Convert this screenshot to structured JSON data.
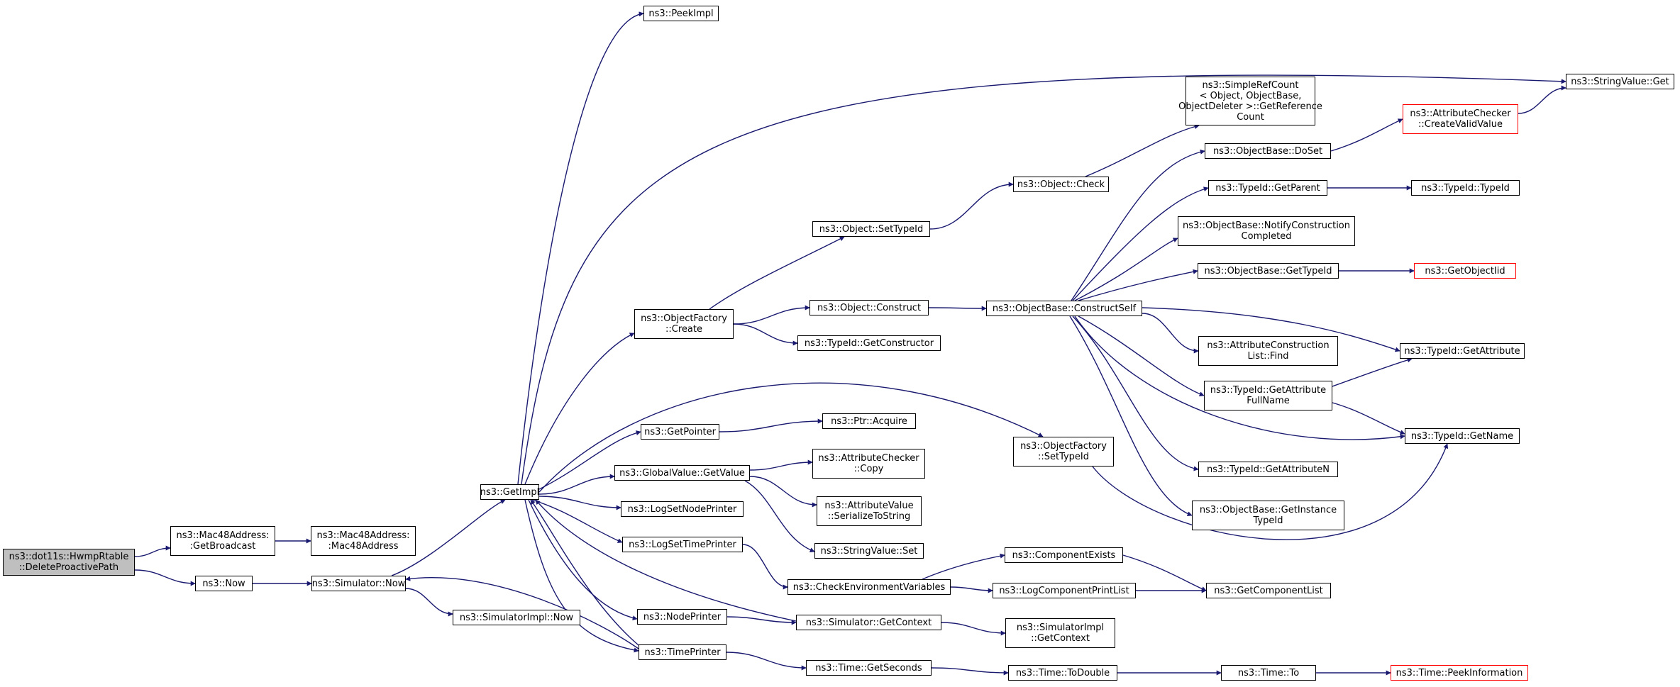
{
  "colors": {
    "edge": "#191970",
    "node_border": "#000000",
    "root_fill": "#bfbfbf",
    "truncated_border": "#ff0000"
  },
  "nodes": {
    "root": {
      "lines": [
        "ns3::dot11s::HwmpRtable",
        "::DeleteProactivePath"
      ]
    },
    "mac_getbroadcast": {
      "lines": [
        "ns3::Mac48Address:",
        ":GetBroadcast"
      ]
    },
    "mac_ctor": {
      "lines": [
        "ns3::Mac48Address:",
        ":Mac48Address"
      ]
    },
    "now": {
      "lines": [
        "ns3::Now"
      ]
    },
    "sim_now": {
      "lines": [
        "ns3::Simulator::Now"
      ]
    },
    "simimpl_now": {
      "lines": [
        "ns3::SimulatorImpl::Now"
      ]
    },
    "getimpl": {
      "lines": [
        "ns3::GetImpl"
      ]
    },
    "peekimpl": {
      "lines": [
        "ns3::PeekImpl"
      ]
    },
    "of_create": {
      "lines": [
        "ns3::ObjectFactory",
        "::Create"
      ]
    },
    "getpointer": {
      "lines": [
        "ns3::GetPointer"
      ]
    },
    "gv_getvalue": {
      "lines": [
        "ns3::GlobalValue::GetValue"
      ]
    },
    "lognodeprinter": {
      "lines": [
        "ns3::LogSetNodePrinter"
      ]
    },
    "logtimeprinter": {
      "lines": [
        "ns3::LogSetTimePrinter"
      ]
    },
    "nodeprinter": {
      "lines": [
        "ns3::NodePrinter"
      ]
    },
    "timeprinter": {
      "lines": [
        "ns3::TimePrinter"
      ]
    },
    "obj_settypeid": {
      "lines": [
        "ns3::Object::SetTypeId"
      ]
    },
    "obj_construct": {
      "lines": [
        "ns3::Object::Construct"
      ]
    },
    "tid_getctor": {
      "lines": [
        "ns3::TypeId::GetConstructor"
      ]
    },
    "ptr_acquire": {
      "lines": [
        "ns3::Ptr::Acquire"
      ]
    },
    "ac_copy": {
      "lines": [
        "ns3::AttributeChecker",
        "::Copy"
      ]
    },
    "av_serialize": {
      "lines": [
        "ns3::AttributeValue",
        "::SerializeToString"
      ]
    },
    "sv_set": {
      "lines": [
        "ns3::StringValue::Set"
      ]
    },
    "checkenv": {
      "lines": [
        "ns3::CheckEnvironmentVariables"
      ]
    },
    "sim_getcontext": {
      "lines": [
        "ns3::Simulator::GetContext"
      ]
    },
    "time_getseconds": {
      "lines": [
        "ns3::Time::GetSeconds"
      ]
    },
    "obj_check": {
      "lines": [
        "ns3::Object::Check"
      ]
    },
    "src_getrefcount": {
      "lines": [
        "ns3::SimpleRefCount",
        "< Object, ObjectBase,",
        "ObjectDeleter >::GetReference",
        "Count"
      ]
    },
    "ob_constructself": {
      "lines": [
        "ns3::ObjectBase::ConstructSelf"
      ]
    },
    "of_settypeid": {
      "lines": [
        "ns3::ObjectFactory",
        "::SetTypeId"
      ]
    },
    "componentexists": {
      "lines": [
        "ns3::ComponentExists"
      ]
    },
    "logcomponentprintlist": {
      "lines": [
        "ns3::LogComponentPrintList"
      ]
    },
    "simimpl_getcontext": {
      "lines": [
        "ns3::SimulatorImpl",
        "::GetContext"
      ]
    },
    "time_todouble": {
      "lines": [
        "ns3::Time::ToDouble"
      ]
    },
    "ob_doset": {
      "lines": [
        "ns3::ObjectBase::DoSet"
      ]
    },
    "tid_getparent": {
      "lines": [
        "ns3::TypeId::GetParent"
      ]
    },
    "ob_notifyconstruction": {
      "lines": [
        "ns3::ObjectBase::NotifyConstruction",
        "Completed"
      ]
    },
    "ob_gettypeid": {
      "lines": [
        "ns3::ObjectBase::GetTypeId"
      ]
    },
    "acl_find": {
      "lines": [
        "ns3::AttributeConstruction",
        "List::Find"
      ]
    },
    "tid_getattrfullname": {
      "lines": [
        "ns3::TypeId::GetAttribute",
        "FullName"
      ]
    },
    "tid_getattrn": {
      "lines": [
        "ns3::TypeId::GetAttributeN"
      ]
    },
    "ob_getinstancetypeid": {
      "lines": [
        "ns3::ObjectBase::GetInstance",
        "TypeId"
      ]
    },
    "getcomponentlist": {
      "lines": [
        "ns3::GetComponentList"
      ]
    },
    "time_to": {
      "lines": [
        "ns3::Time::To"
      ]
    },
    "ac_createvalidvalue": {
      "lines": [
        "ns3::AttributeChecker",
        "::CreateValidValue"
      ]
    },
    "tid_typeid": {
      "lines": [
        "ns3::TypeId::TypeId"
      ]
    },
    "getobjectiid": {
      "lines": [
        "ns3::GetObjectIid"
      ]
    },
    "tid_getattribute": {
      "lines": [
        "ns3::TypeId::GetAttribute"
      ]
    },
    "tid_getname": {
      "lines": [
        "ns3::TypeId::GetName"
      ]
    },
    "sv_get": {
      "lines": [
        "ns3::StringValue::Get"
      ]
    },
    "time_peekinfo": {
      "lines": [
        "ns3::Time::PeekInformation"
      ]
    }
  }
}
